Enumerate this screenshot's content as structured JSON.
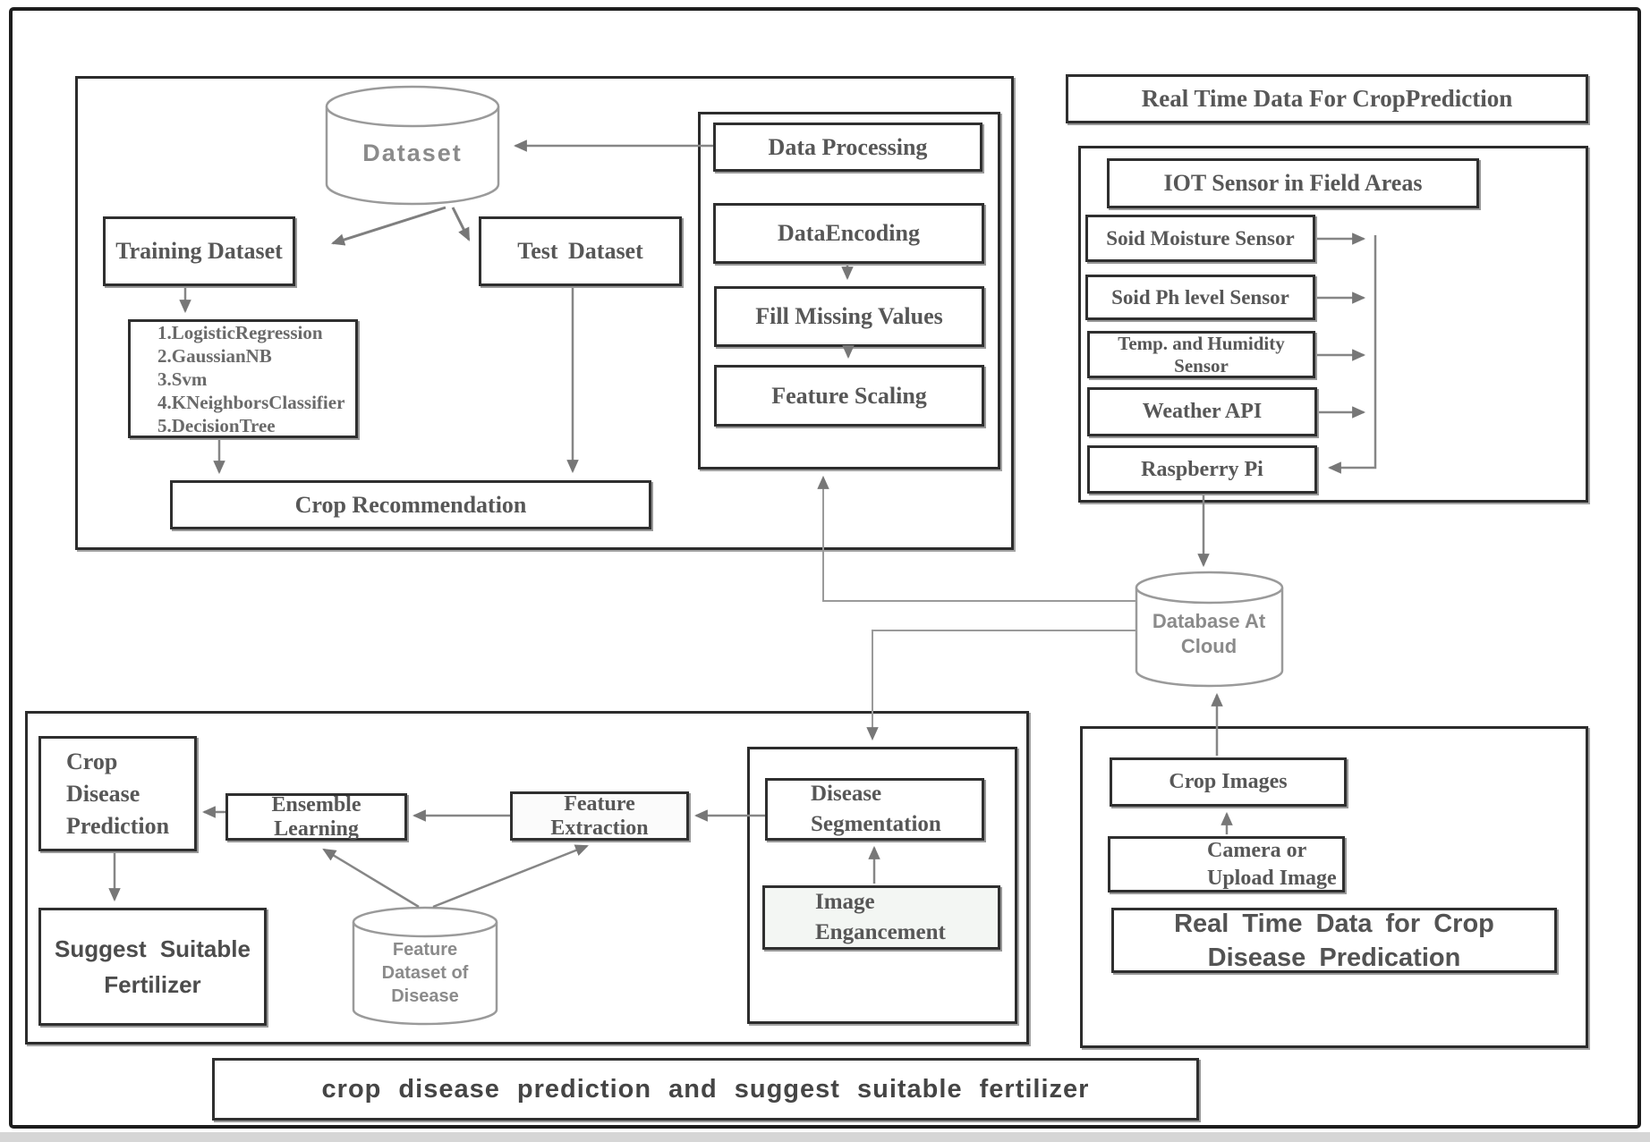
{
  "figure": {
    "style": {
      "frame_border": "#1d1d1d",
      "box_border": "#2f2f2f",
      "arrow_color": "#7a7a7a",
      "serif_text": "#575757",
      "cylinder_text": "#8b8b8b"
    },
    "top_left": {
      "dataset": "Dataset",
      "training_dataset": "Training Dataset",
      "test_dataset": "Test Dataset",
      "classifiers": [
        "1.LogisticRegression",
        "2.GaussianNB",
        "3.Svm",
        "4.KNeighborsClassifier",
        "5.DecisionTree"
      ],
      "crop_recommendation": "Crop Recommendation"
    },
    "data_processing": {
      "steps": [
        "Data Processing",
        "DataEncoding",
        "Fill Missing Values",
        "Feature Scaling"
      ]
    },
    "realtime_crop_prediction": {
      "title": "Real Time Data For CropPrediction",
      "iot_header": "IOT Sensor in Field Areas",
      "sensors": [
        "Soid Moisture Sensor",
        "Soid Ph level Sensor",
        "Temp. and Humidity Sensor",
        "Weather API",
        "Raspberry Pi"
      ]
    },
    "cloud_database": {
      "line1": "Database At",
      "line2": "Cloud"
    },
    "disease_pipeline": {
      "crop_disease_prediction": {
        "line1": "Crop Disease",
        "line2": "Prediction"
      },
      "ensemble_learning": "Ensemble Learning",
      "feature_extraction": "Feature Extraction",
      "disease_segmentation": {
        "line1": "Disease",
        "line2": "Segmentation"
      },
      "image_enhancement": {
        "line1": "Image",
        "line2": "Engancement"
      },
      "feature_dataset": {
        "line1": "Feature",
        "line2": "Dataset of",
        "line3": "Disease"
      },
      "suggest_fertilizer": {
        "line1": "Suggest Suitable",
        "line2": "Fertilizer"
      }
    },
    "realtime_disease_prediction": {
      "crop_images": "Crop Images",
      "camera_upload": {
        "line1": "Camera or",
        "line2": "Upload Image"
      },
      "label": {
        "line1": "Real Time Data for Crop",
        "line2": "Disease Predication"
      }
    },
    "caption": "crop disease prediction and suggest suitable fertilizer"
  }
}
